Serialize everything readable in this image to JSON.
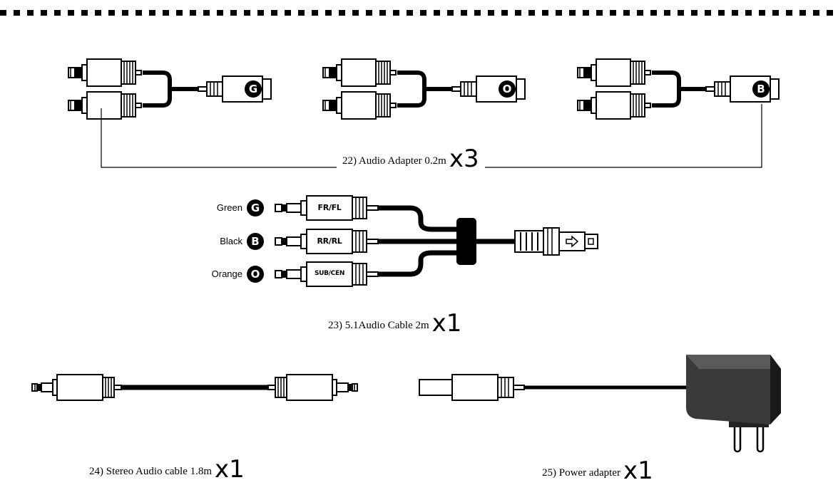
{
  "items": {
    "audio_adapter": {
      "caption": "22) Audio Adapter 0.2m",
      "qty": "x3",
      "badges": [
        "G",
        "O",
        "B"
      ]
    },
    "audio_cable_51": {
      "caption": "23) 5.1Audio Cable 2m",
      "qty": "x1",
      "connectors": [
        {
          "color_label": "Green",
          "badge": "G",
          "plug_label": "FR/FL"
        },
        {
          "color_label": "Black",
          "badge": "B",
          "plug_label": "RR/RL"
        },
        {
          "color_label": "Orange",
          "badge": "O",
          "plug_label": "SUB/CEN"
        }
      ]
    },
    "stereo_cable": {
      "caption": "24) Stereo Audio cable 1.8m",
      "qty": "x1"
    },
    "power_adapter": {
      "caption": "25) Power adapter",
      "qty": "x1"
    }
  }
}
